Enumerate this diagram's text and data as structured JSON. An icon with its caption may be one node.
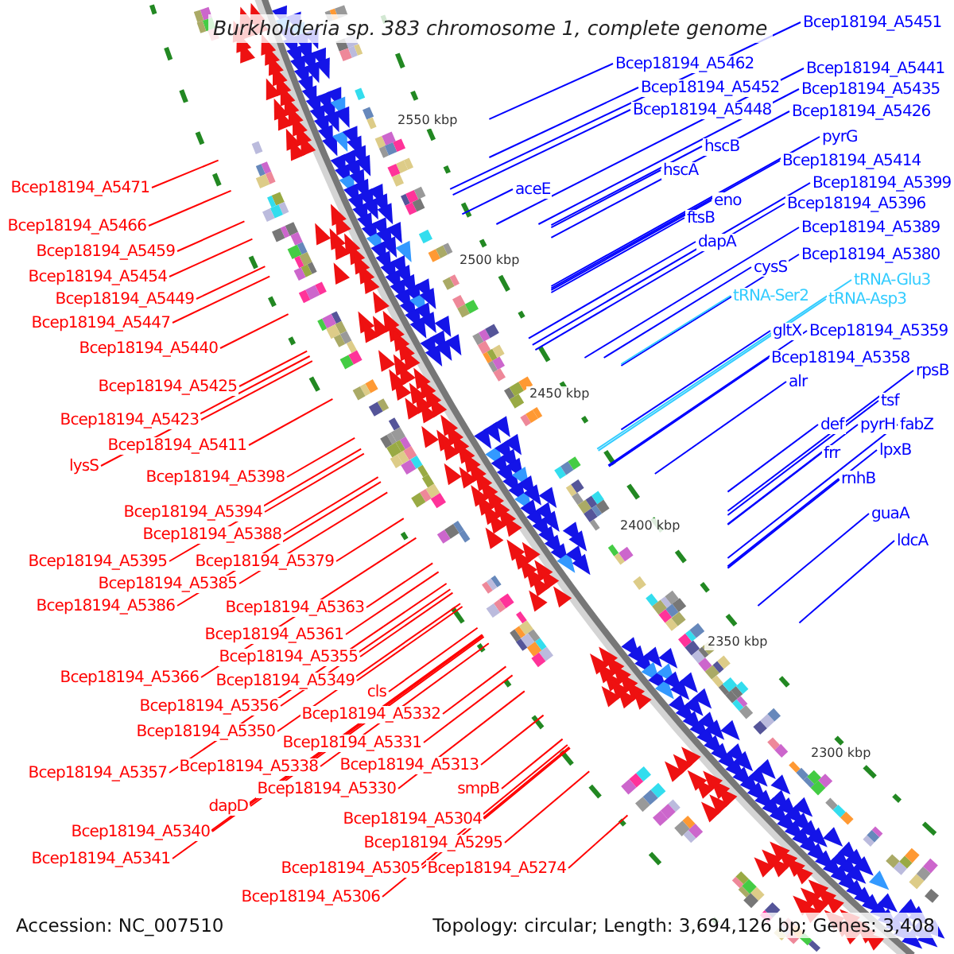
{
  "diagram": {
    "title": "Burkholderia sp. 383 chromosome 1, complete genome",
    "nodes": [
      {
        "text": [
          "Bcep18194_A5451"
        ]
      },
      {
        "text": [
          "Bcep18194_A5462"
        ]
      },
      {
        "text": [
          "Bcep18194_A5441"
        ]
      },
      {
        "text": [
          "Bcep18194_A5452"
        ]
      },
      {
        "text": [
          "Bcep18194_A5435"
        ]
      },
      {
        "text": [
          "Bcep18194_A5448"
        ]
      },
      {
        "text": [
          "Bcep18194_A5426"
        ]
      },
      {
        "text": [
          "pyrG"
        ]
      },
      {
        "text": [
          "hscB"
        ]
      },
      {
        "text": [
          "Bcep18194_A5414"
        ]
      },
      {
        "text": [
          "hscA"
        ]
      },
      {
        "text": [
          "Bcep18194_A5399"
        ]
      },
      {
        "text": [
          "Bcep18194_A5471"
        ]
      },
      {
        "text": [
          "aceE"
        ]
      },
      {
        "text": [
          "eno"
        ]
      },
      {
        "text": [
          "Bcep18194_A5396"
        ]
      },
      {
        "text": [
          "ftsB"
        ]
      },
      {
        "text": [
          "Bcep18194_A5466"
        ]
      },
      {
        "text": [
          "Bcep18194_A5389"
        ]
      },
      {
        "text": [
          "dapA"
        ]
      },
      {
        "text": [
          "Bcep18194_A5459"
        ]
      },
      {
        "text": [
          "Bcep18194_A5380"
        ]
      },
      {
        "text": [
          "cysS"
        ]
      },
      {
        "text": [
          "Bcep18194_A5454"
        ]
      },
      {
        "text": [
          "tRNA-Glu3"
        ]
      },
      {
        "text": [
          "tRNA-Ser2"
        ]
      },
      {
        "text": [
          "tRNA-Asp3"
        ]
      },
      {
        "text": [
          "Bcep18194_A5449"
        ]
      },
      {
        "text": [
          "Bcep18194_A5447"
        ]
      },
      {
        "text": [
          "gltX"
        ]
      },
      {
        "text": [
          "Bcep18194_A5359"
        ]
      },
      {
        "text": [
          "Bcep18194_A5440"
        ]
      },
      {
        "text": [
          "Bcep18194_A5358"
        ]
      },
      {
        "text": [
          "rpsB"
        ]
      },
      {
        "text": [
          "alr"
        ]
      },
      {
        "text": [
          "Bcep18194_A5425"
        ]
      },
      {
        "text": [
          "tsf"
        ]
      },
      {
        "text": [
          "Bcep18194_A5423"
        ]
      },
      {
        "text": [
          "def"
        ]
      },
      {
        "text": [
          "pyrH"
        ]
      },
      {
        "text": [
          "fabZ"
        ]
      },
      {
        "text": [
          "Bcep18194_A5411"
        ]
      },
      {
        "text": [
          "lpxB"
        ]
      },
      {
        "text": [
          "frr"
        ]
      },
      {
        "text": [
          "lysS"
        ]
      },
      {
        "text": [
          "Bcep18194_A5398"
        ]
      },
      {
        "text": [
          "rnhB"
        ]
      },
      {
        "text": [
          "Bcep18194_A5394"
        ]
      },
      {
        "text": [
          "guaA"
        ]
      },
      {
        "text": [
          "Bcep18194_A5388"
        ]
      },
      {
        "text": [
          "ldcA"
        ]
      },
      {
        "text": [
          "Bcep18194_A5395"
        ]
      },
      {
        "text": [
          "Bcep18194_A5379"
        ]
      },
      {
        "text": [
          "Bcep18194_A5385"
        ]
      },
      {
        "text": [
          "Bcep18194_A5386"
        ]
      },
      {
        "text": [
          "Bcep18194_A5363"
        ]
      },
      {
        "text": [
          "Bcep18194_A5361"
        ]
      },
      {
        "text": [
          "Bcep18194_A5355"
        ]
      },
      {
        "text": [
          "Bcep18194_A5366"
        ]
      },
      {
        "text": [
          "Bcep18194_A5349"
        ]
      },
      {
        "text": [
          "cls"
        ]
      },
      {
        "text": [
          "Bcep18194_A5356"
        ]
      },
      {
        "text": [
          "Bcep18194_A5332"
        ]
      },
      {
        "text": [
          "Bcep18194_A5350"
        ]
      },
      {
        "text": [
          "Bcep18194_A5331"
        ]
      },
      {
        "text": [
          "Bcep18194_A5313"
        ]
      },
      {
        "text": [
          "Bcep18194_A5338"
        ]
      },
      {
        "text": [
          "Bcep18194_A5357"
        ]
      },
      {
        "text": [
          "Bcep18194_A5330"
        ]
      },
      {
        "text": [
          "smpB"
        ]
      },
      {
        "text": [
          "dapD"
        ]
      },
      {
        "text": [
          "Bcep18194_A5304"
        ]
      },
      {
        "text": [
          "Bcep18194_A5340"
        ]
      },
      {
        "text": [
          "Bcep18194_A5295"
        ]
      },
      {
        "text": [
          "Bcep18194_A5341"
        ]
      },
      {
        "text": [
          "Bcep18194_A5305"
        ]
      },
      {
        "text": [
          "Bcep18194_A5274"
        ]
      },
      {
        "text": [
          "Bcep18194_A5306"
        ]
      }
    ],
    "edges": [
      {
        "from": 0,
        "to": null,
        "arrow": "none",
        "color": "#0000ff"
      },
      {
        "from": 1,
        "to": null,
        "arrow": "none",
        "color": "#0000ff"
      },
      {
        "from": 2,
        "to": null,
        "arrow": "none",
        "color": "#0000ff"
      },
      {
        "from": 3,
        "to": null,
        "arrow": "none",
        "color": "#0000ff"
      },
      {
        "from": 4,
        "to": null,
        "arrow": "none",
        "color": "#0000ff"
      },
      {
        "from": 5,
        "to": null,
        "arrow": "none",
        "color": "#0000ff"
      },
      {
        "from": 6,
        "to": null,
        "arrow": "none",
        "color": "#0000ff"
      },
      {
        "from": 7,
        "to": null,
        "arrow": "none",
        "color": "#0000ff"
      },
      {
        "from": 8,
        "to": null,
        "arrow": "none",
        "color": "#0000ff"
      },
      {
        "from": 9,
        "to": null,
        "arrow": "none",
        "color": "#0000ff"
      },
      {
        "from": 10,
        "to": null,
        "arrow": "none",
        "color": "#0000ff"
      },
      {
        "from": 11,
        "to": null,
        "arrow": "none",
        "color": "#0000ff"
      },
      {
        "from": 12,
        "to": null,
        "arrow": "none"
      },
      {
        "from": 13,
        "to": null,
        "arrow": "none",
        "color": "#0000ff"
      },
      {
        "from": 14,
        "to": null,
        "arrow": "none",
        "color": "#0000ff"
      },
      {
        "from": 15,
        "to": null,
        "arrow": "none",
        "color": "#0000ff"
      },
      {
        "from": 16,
        "to": null,
        "arrow": "none",
        "color": "#0000ff"
      },
      {
        "from": 17,
        "to": null,
        "arrow": "none"
      },
      {
        "from": 18,
        "to": null,
        "arrow": "none",
        "color": "#0000ff"
      },
      {
        "from": 19,
        "to": null,
        "arrow": "none",
        "color": "#0000ff"
      },
      {
        "from": 20,
        "to": null,
        "arrow": "none"
      },
      {
        "from": 21,
        "to": null,
        "arrow": "none",
        "color": "#0000ff"
      },
      {
        "from": 22,
        "to": null,
        "arrow": "none",
        "color": "#0000ff"
      },
      {
        "from": 23,
        "to": null,
        "arrow": "none"
      },
      {
        "from": 24,
        "to": null,
        "arrow": "none",
        "color": "#33ccff"
      },
      {
        "from": 25,
        "to": null,
        "arrow": "none",
        "color": "#33ccff"
      },
      {
        "from": 26,
        "to": null,
        "arrow": "none",
        "color": "#33ccff"
      },
      {
        "from": 27,
        "to": null,
        "arrow": "none"
      },
      {
        "from": 28,
        "to": null,
        "arrow": "none"
      },
      {
        "from": 29,
        "to": null,
        "arrow": "none",
        "color": "#0000ff"
      },
      {
        "from": 30,
        "to": null,
        "arrow": "none",
        "color": "#0000ff"
      },
      {
        "from": 31,
        "to": null,
        "arrow": "none"
      },
      {
        "from": 32,
        "to": null,
        "arrow": "none",
        "color": "#0000ff"
      },
      {
        "from": 33,
        "to": null,
        "arrow": "none",
        "color": "#0000ff"
      },
      {
        "from": 34,
        "to": null,
        "arrow": "none",
        "color": "#0000ff"
      },
      {
        "from": 35,
        "to": null,
        "arrow": "none"
      },
      {
        "from": 36,
        "to": null,
        "arrow": "none",
        "color": "#0000ff"
      },
      {
        "from": 37,
        "to": null,
        "arrow": "none"
      },
      {
        "from": 38,
        "to": null,
        "arrow": "none",
        "color": "#0000ff"
      },
      {
        "from": 39,
        "to": null,
        "arrow": "none",
        "color": "#0000ff"
      },
      {
        "from": 40,
        "to": null,
        "arrow": "none",
        "color": "#0000ff"
      },
      {
        "from": 41,
        "to": null,
        "arrow": "none"
      },
      {
        "from": 42,
        "to": null,
        "arrow": "none",
        "color": "#0000ff"
      },
      {
        "from": 43,
        "to": null,
        "arrow": "none",
        "color": "#0000ff"
      },
      {
        "from": 44,
        "to": null,
        "arrow": "none"
      },
      {
        "from": 45,
        "to": null,
        "arrow": "none"
      },
      {
        "from": 46,
        "to": null,
        "arrow": "none",
        "color": "#0000ff"
      },
      {
        "from": 47,
        "to": null,
        "arrow": "none"
      },
      {
        "from": 48,
        "to": null,
        "arrow": "none",
        "color": "#0000ff"
      },
      {
        "from": 49,
        "to": null,
        "arrow": "none"
      },
      {
        "from": 50,
        "to": null,
        "arrow": "none",
        "color": "#0000ff"
      },
      {
        "from": 51,
        "to": null,
        "arrow": "none"
      },
      {
        "from": 52,
        "to": null,
        "arrow": "none"
      },
      {
        "from": 53,
        "to": null,
        "arrow": "none"
      },
      {
        "from": 54,
        "to": null,
        "arrow": "none"
      },
      {
        "from": 55,
        "to": null,
        "arrow": "none"
      },
      {
        "from": 56,
        "to": null,
        "arrow": "none"
      },
      {
        "from": 57,
        "to": null,
        "arrow": "none"
      },
      {
        "from": 58,
        "to": null,
        "arrow": "none"
      },
      {
        "from": 59,
        "to": null,
        "arrow": "none"
      },
      {
        "from": 60,
        "to": null,
        "arrow": "none"
      },
      {
        "from": 61,
        "to": null,
        "arrow": "none"
      },
      {
        "from": 62,
        "to": null,
        "arrow": "none"
      },
      {
        "from": 63,
        "to": null,
        "arrow": "none"
      },
      {
        "from": 64,
        "to": null,
        "arrow": "none"
      },
      {
        "from": 65,
        "to": null,
        "arrow": "none"
      },
      {
        "from": 66,
        "to": null,
        "arrow": "none"
      },
      {
        "from": 67,
        "to": null,
        "arrow": "none"
      },
      {
        "from": 68,
        "to": null,
        "arrow": "none"
      },
      {
        "from": 69,
        "to": null,
        "arrow": "none"
      },
      {
        "from": 70,
        "to": null,
        "arrow": "none"
      },
      {
        "from": 71,
        "to": null,
        "arrow": "none"
      },
      {
        "from": 72,
        "to": null,
        "arrow": "none"
      },
      {
        "from": 73,
        "to": null,
        "arrow": "none"
      },
      {
        "from": 74,
        "to": null,
        "arrow": "none"
      },
      {
        "from": 75,
        "to": null,
        "arrow": "none"
      },
      {
        "from": 76,
        "to": null,
        "arrow": "none"
      },
      {
        "from": 77,
        "to": null,
        "arrow": "none"
      }
    ],
    "labels": [
      "2550 kbp",
      "2500 kbp",
      "2450 kbp",
      "2400 kbp",
      "2350 kbp",
      "2300 kbp",
      "Accession: NC_007510",
      "Topology: circular; Length: 3,694,126 bp; Genes: 3,408"
    ]
  }
}
